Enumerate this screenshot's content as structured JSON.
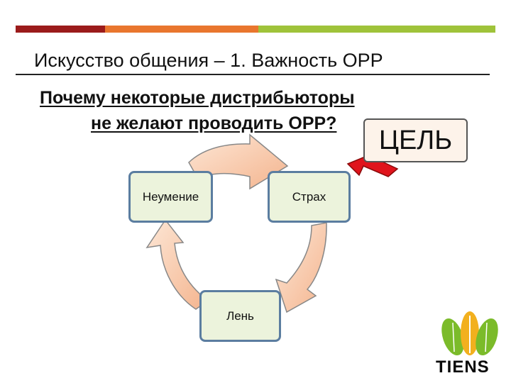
{
  "header": {
    "title": "Искусство общения – 1. Важность ОРР",
    "bar_colors": [
      "#9b1b1b",
      "#e9762e",
      "#9fc33a"
    ]
  },
  "question": {
    "line1": "Почему некоторые дистрибьюторы",
    "line2": "не желают проводить ОРР?"
  },
  "cycle": {
    "node_ne": "Неумение",
    "node_st": "Страх",
    "node_le": "Лень"
  },
  "callout": {
    "label": "ЦЕЛЬ",
    "pointer_color": "#e0141c"
  },
  "brand": {
    "name": "TIENS",
    "icon": "tiens-logo-icon"
  }
}
